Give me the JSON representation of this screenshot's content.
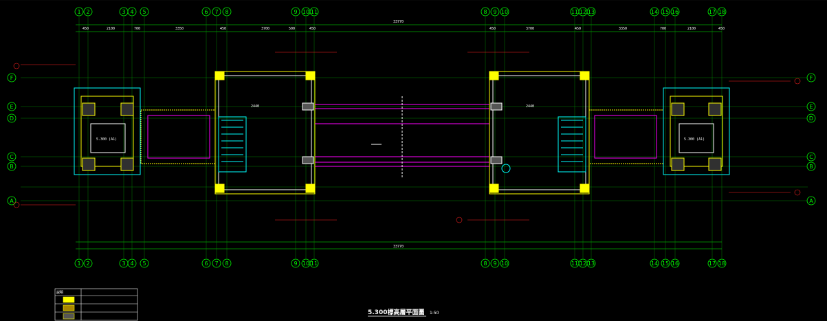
{
  "drawing": {
    "title": "5.300標高層平面圖",
    "scale": "1:50",
    "total_dim": "33770"
  },
  "axes_top": {
    "left_group": [
      "1",
      "2",
      "3",
      "4",
      "5",
      "6",
      "7",
      "8",
      "9",
      "10",
      "11"
    ],
    "right_group": [
      "8",
      "9",
      "10",
      "11",
      "12",
      "13",
      "14",
      "15",
      "16",
      "17",
      "18"
    ]
  },
  "axes_side": [
    "F",
    "E",
    "D",
    "C",
    "B",
    "A"
  ],
  "dims_top_row": [
    "450",
    "2100",
    "700",
    "3350",
    "450",
    "3700",
    "500",
    "450"
  ],
  "dims_top_right": [
    "450",
    "3700",
    "450",
    "3350",
    "700",
    "2100",
    "450"
  ],
  "room_labels": {
    "left_room": "5.300 (A1)",
    "right_room": "5.300 (A1)",
    "left_stair": "2440",
    "right_stair": "2440"
  },
  "notes": [
    "説明"
  ],
  "colors": {
    "background": "#000000",
    "axis": "#00ff00",
    "wall": "#ffff00",
    "dim": "#ffffff",
    "annotation": "#ff2020",
    "accent": "#ff00ff",
    "cyan": "#00ffff"
  }
}
